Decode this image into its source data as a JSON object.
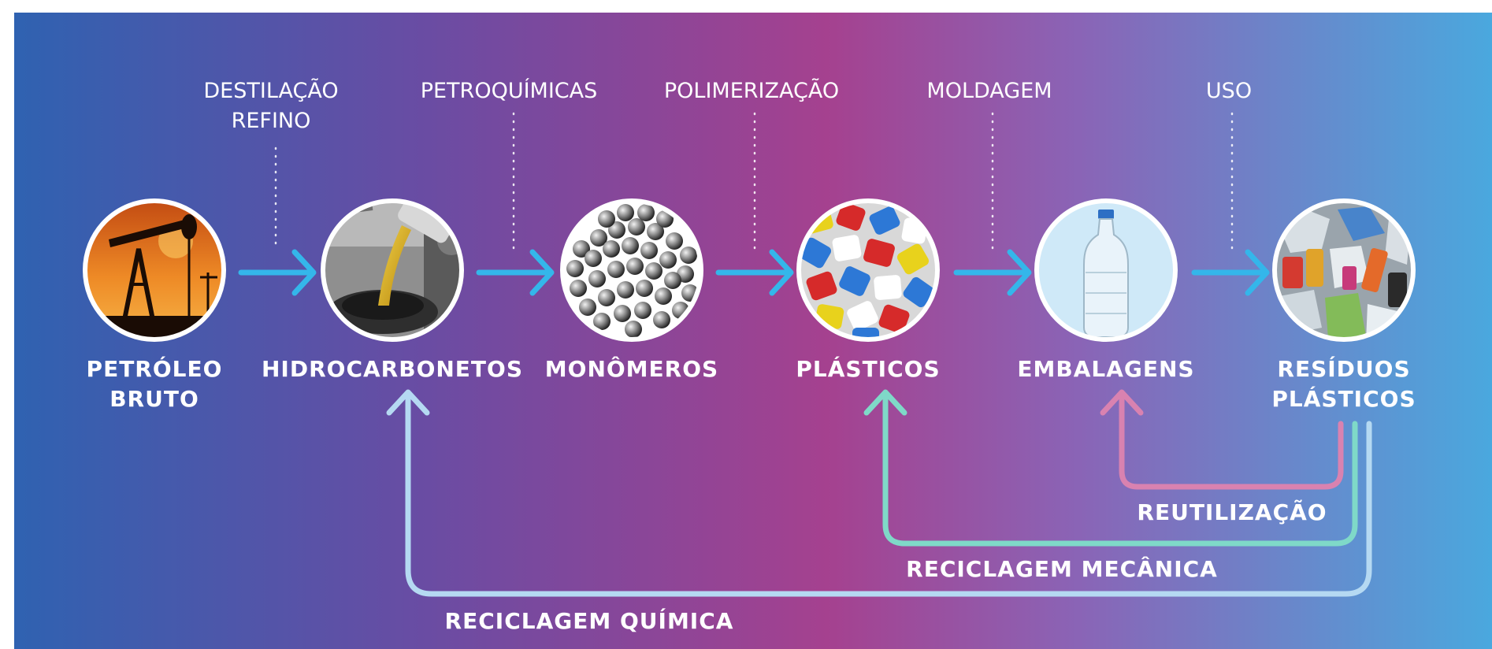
{
  "steps": {
    "distillation_line1": "DESTILAÇÃO",
    "distillation_line2": "REFINO",
    "petrochemicals": "PETROQUÍMICAS",
    "polymerization": "POLIMERIZAÇÃO",
    "molding": "MOLDAGEM",
    "use": "USO"
  },
  "nodes": {
    "crude_oil_line1": "PETRÓLEO",
    "crude_oil_line2": "BRUTO",
    "hydrocarbons": "HIDROCARBONETOS",
    "monomers": "MONÔMEROS",
    "plastics": "PLÁSTICOS",
    "packaging": "EMBALAGENS",
    "waste_line1": "RESÍDUOS",
    "waste_line2": "PLÁSTICOS"
  },
  "loops": {
    "reuse": "REUTILIZAÇÃO",
    "mechanical": "RECICLAGEM MECÂNICA",
    "chemical": "RECICLAGEM QUÍMICA"
  },
  "colors": {
    "flow_arrow": "#34b6ea",
    "reuse_loop": "#d982b0",
    "mechanical_loop": "#7fd9c8",
    "chemical_loop": "#b5d9f2"
  }
}
